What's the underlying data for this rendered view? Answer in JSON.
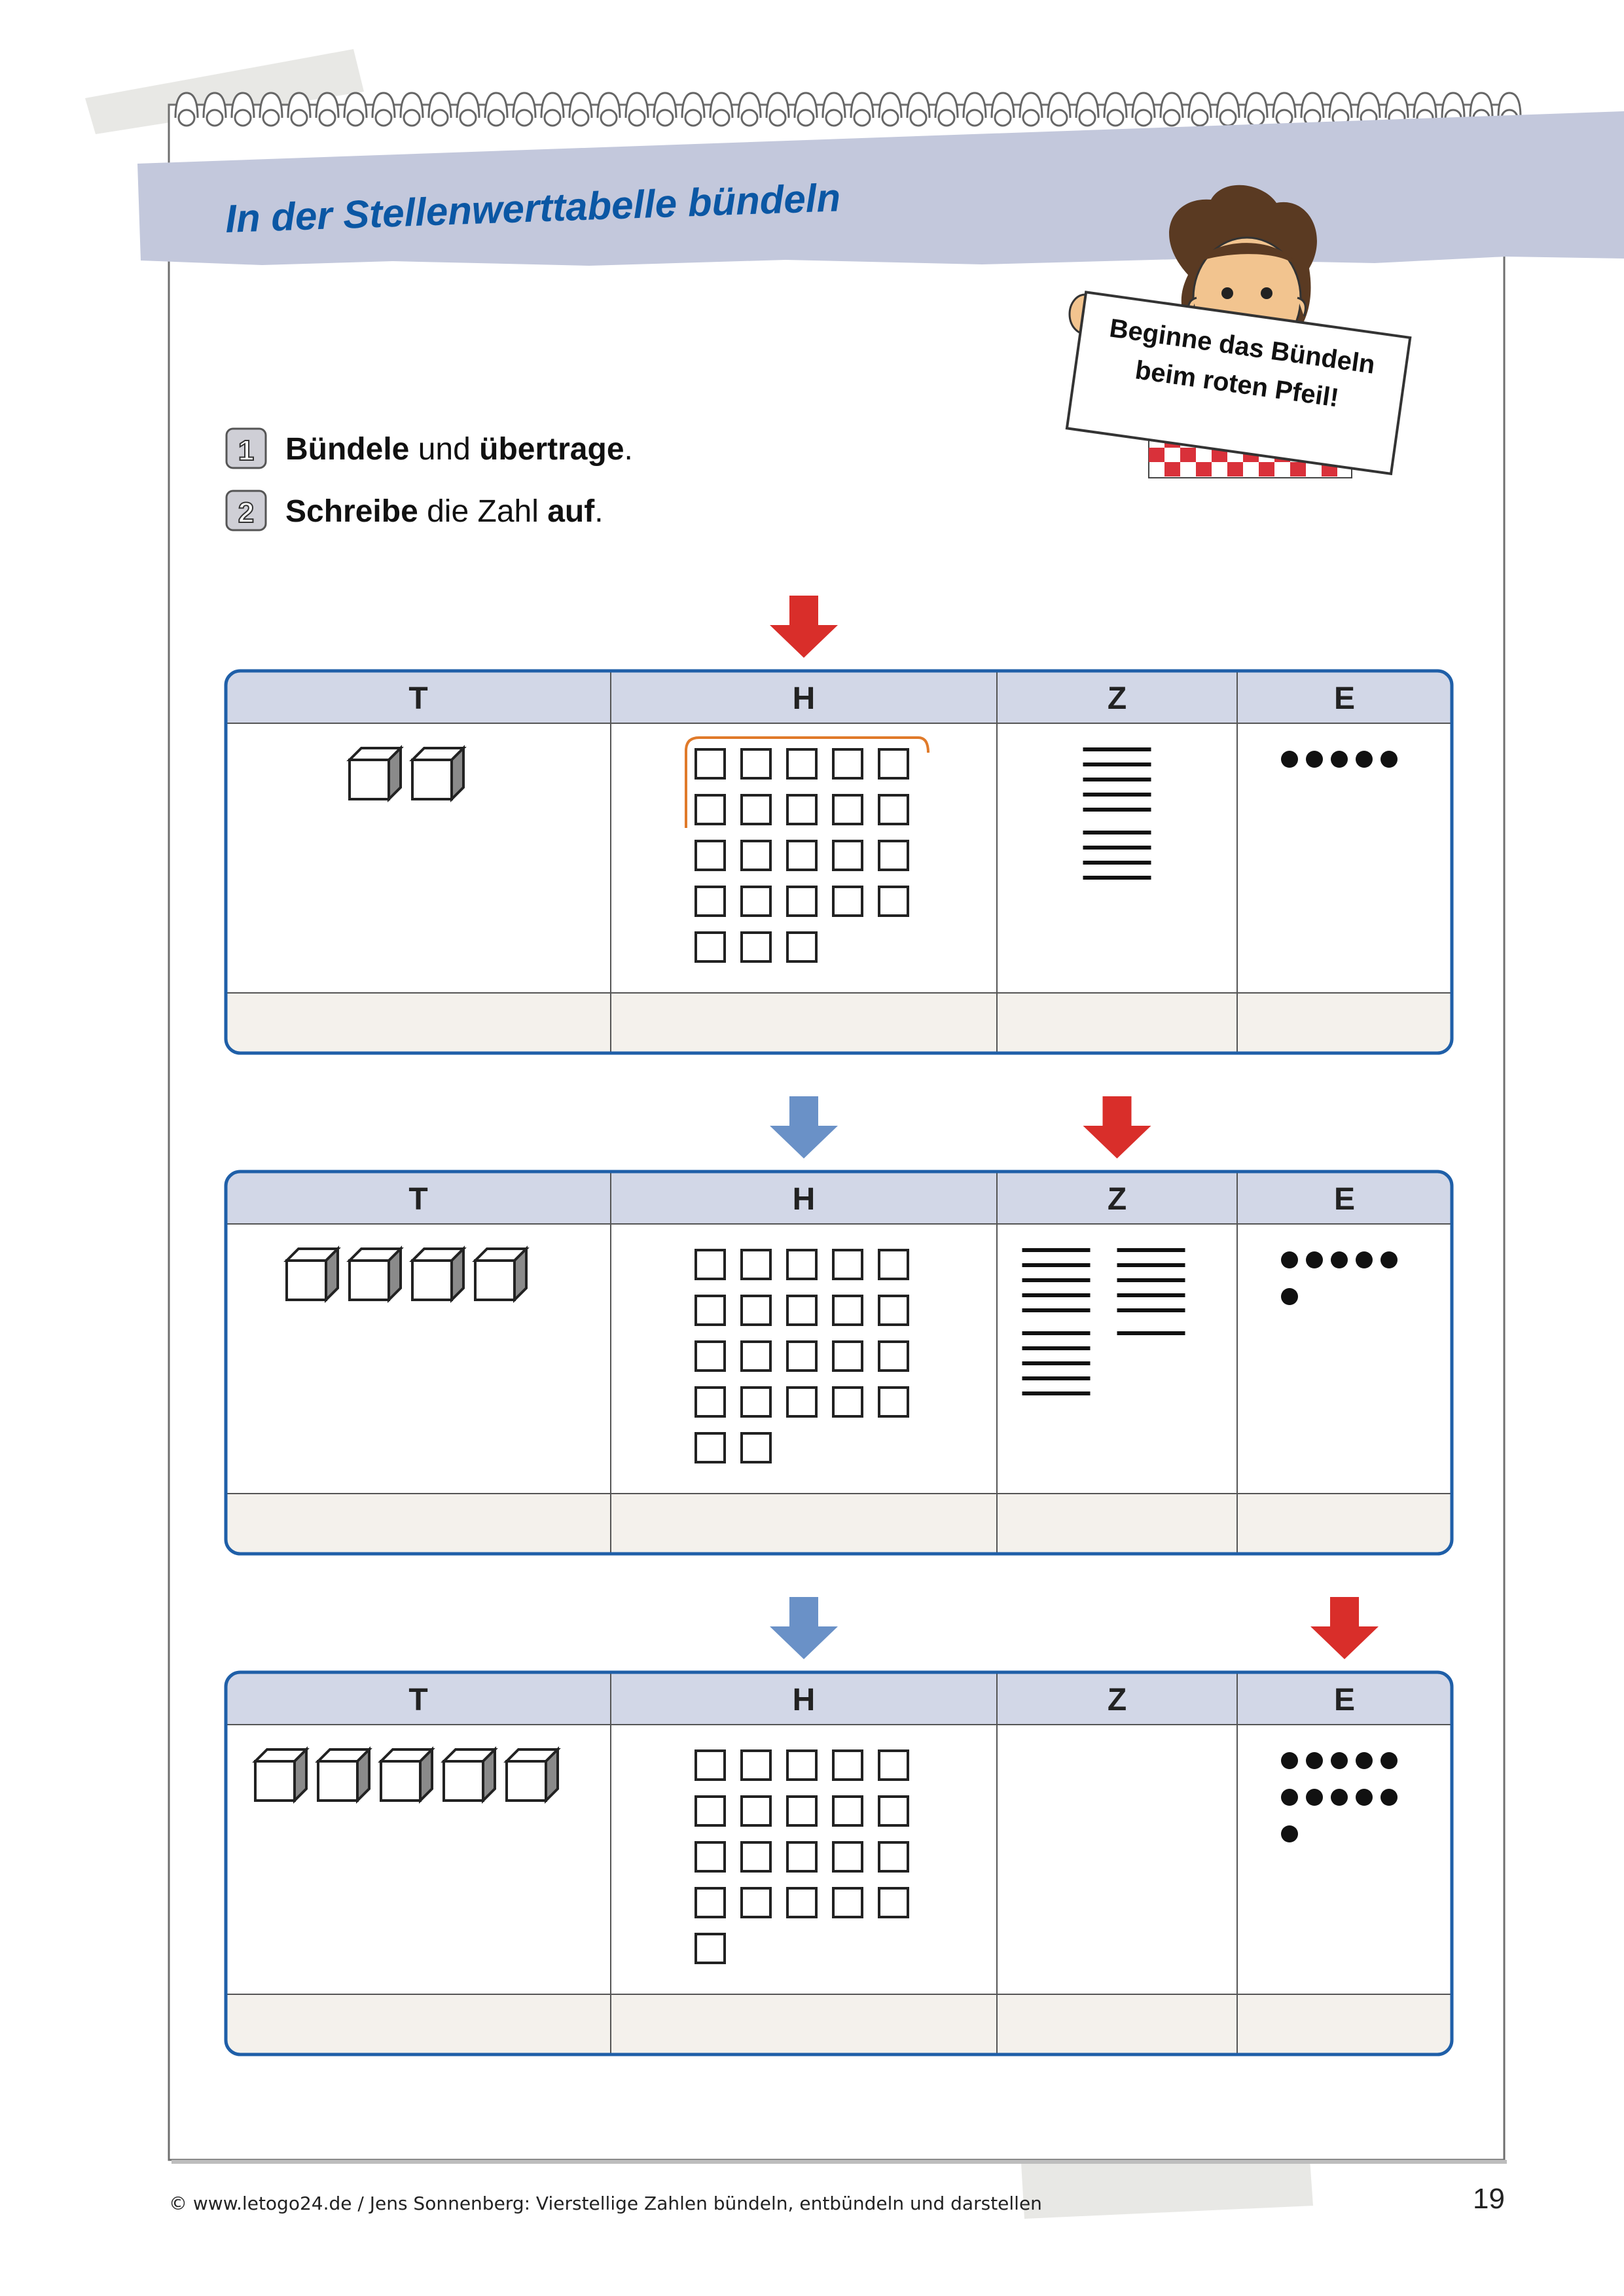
{
  "title": "In der Stellenwerttabelle bündeln",
  "speech_bubble": {
    "line1": "Beginne das Bündeln",
    "line2": "beim roten Pfeil!"
  },
  "tasks": [
    {
      "number": "1",
      "parts": [
        {
          "text": "Bündele",
          "bold": true
        },
        {
          "text": " und ",
          "bold": false
        },
        {
          "text": "übertrage",
          "bold": true
        },
        {
          "text": ".",
          "bold": false
        }
      ]
    },
    {
      "number": "2",
      "parts": [
        {
          "text": "Schreibe",
          "bold": true
        },
        {
          "text": " die Zahl ",
          "bold": false
        },
        {
          "text": "auf",
          "bold": true
        },
        {
          "text": ".",
          "bold": false
        }
      ]
    }
  ],
  "columns": [
    "T",
    "H",
    "Z",
    "E"
  ],
  "tables": [
    {
      "thousands": 2,
      "hundreds": 23,
      "tens": 9,
      "ones": 5,
      "arrows": [
        {
          "column": "H",
          "color": "red"
        }
      ],
      "bundle_marked": true
    },
    {
      "thousands": 4,
      "hundreds": 22,
      "tens": 16,
      "ones": 6,
      "arrows": [
        {
          "column": "H",
          "color": "blue"
        },
        {
          "column": "Z",
          "color": "red"
        }
      ],
      "bundle_marked": false
    },
    {
      "thousands": 5,
      "hundreds": 21,
      "tens": 0,
      "ones": 11,
      "arrows": [
        {
          "column": "H",
          "color": "blue"
        },
        {
          "column": "E",
          "color": "red"
        }
      ],
      "bundle_marked": false
    }
  ],
  "colors": {
    "title_text": "#0b57a4",
    "title_banner": "#c3c8dc",
    "table_border": "#1f5fa8",
    "table_header_bg": "#d2d7e7",
    "answer_row_bg": "#f4f1ec",
    "arrow_red": "#d92e2a",
    "arrow_blue": "#6a91c7",
    "bundle_mark": "#e07a2a"
  },
  "footer": {
    "credit": "© www.letogo24.de / Jens Sonnenberg: Vierstellige Zahlen bündeln, entbündeln und darstellen",
    "page_number": "19"
  }
}
